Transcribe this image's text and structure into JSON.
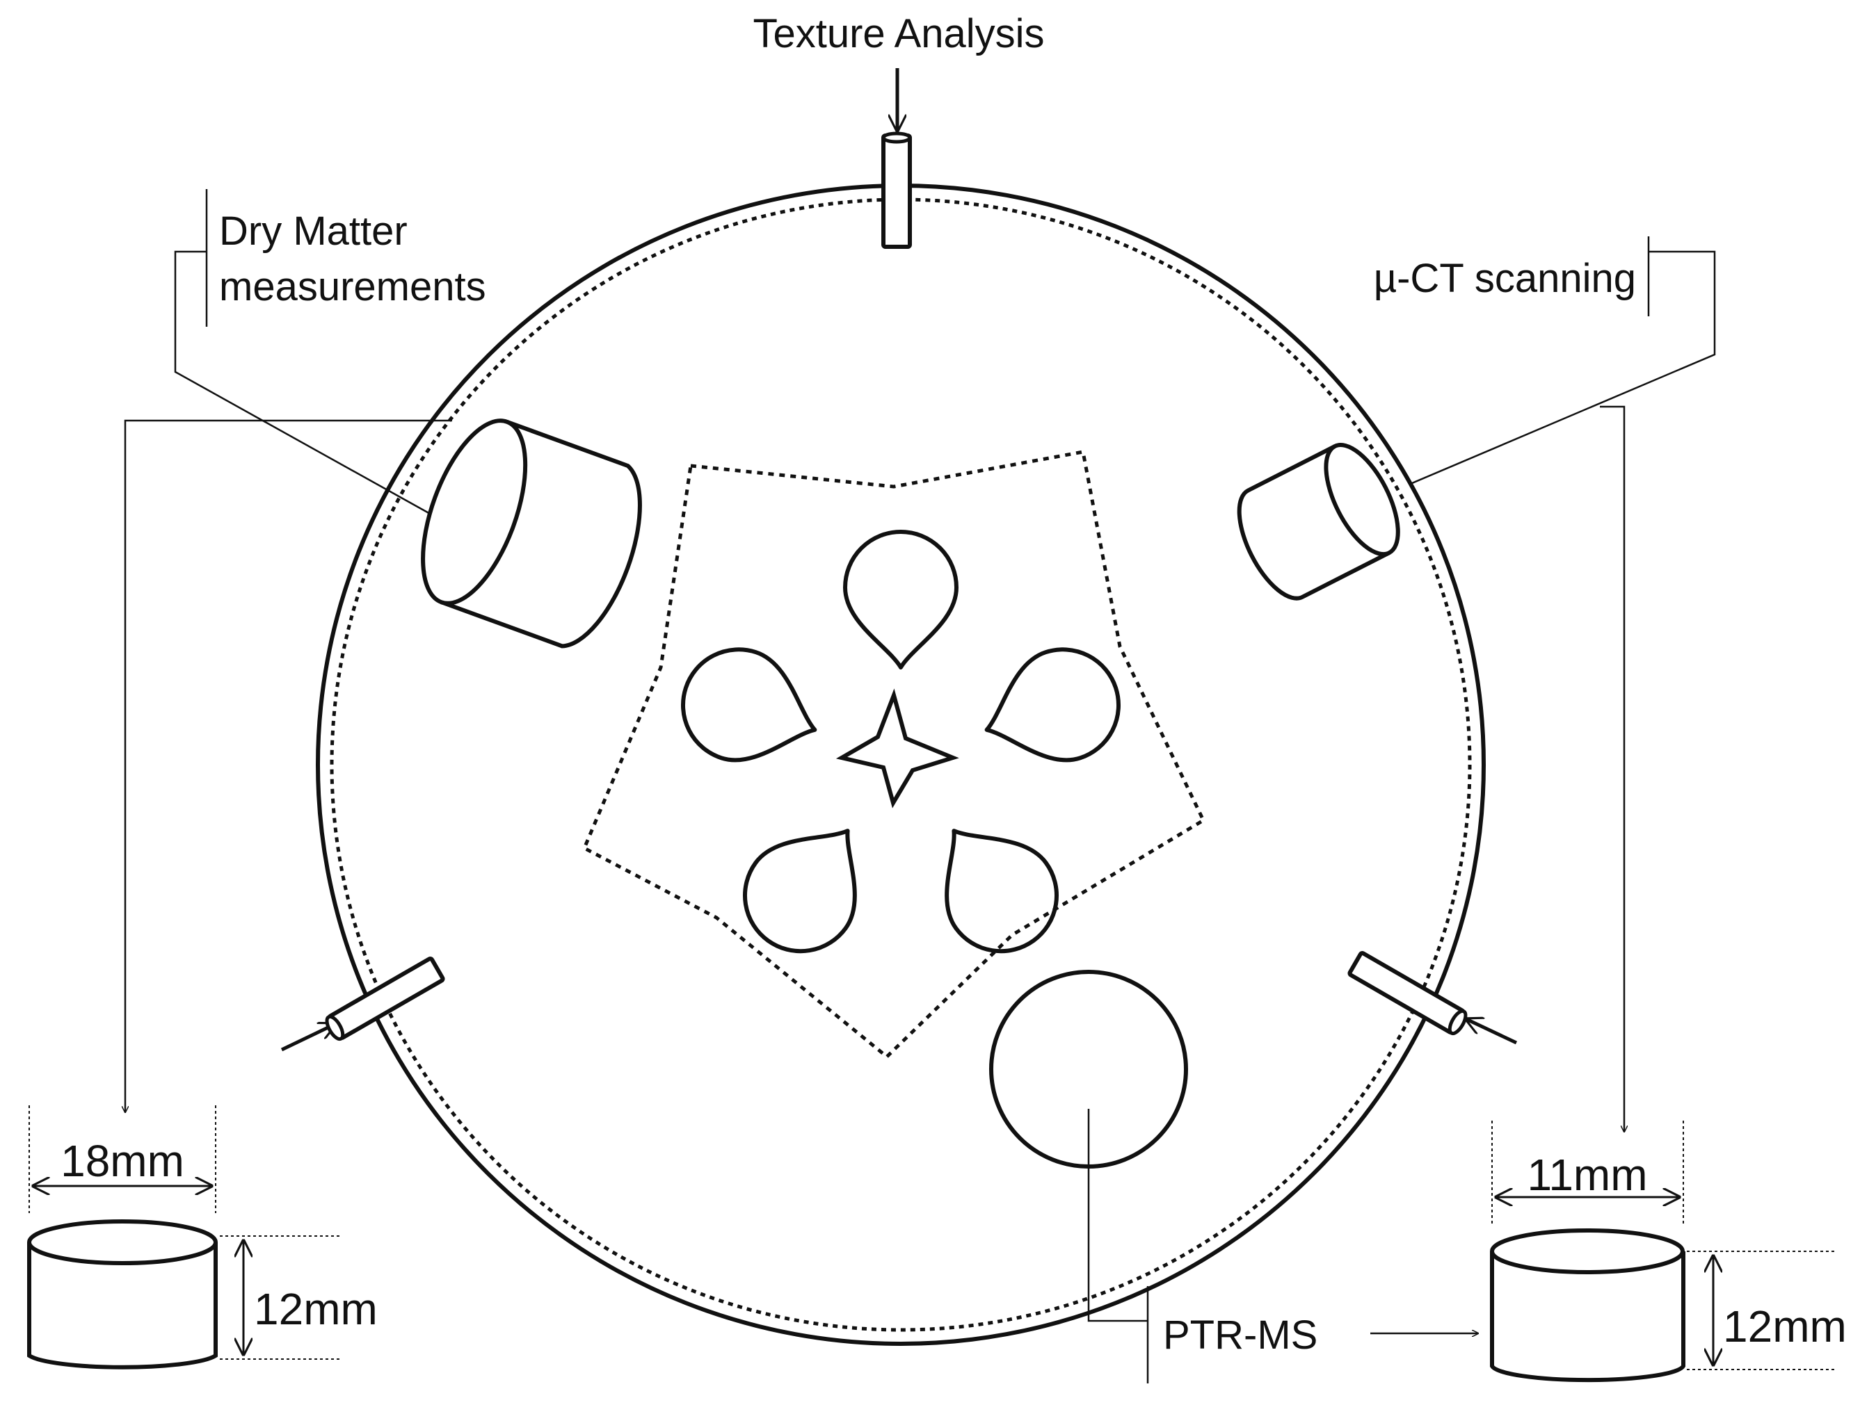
{
  "labels": {
    "texture_analysis": "Texture Analysis",
    "dry_matter_line1": "Dry Matter",
    "dry_matter_line2": "measurements",
    "micro_ct": "µ-CT scanning",
    "ptr_ms": "PTR-MS",
    "left_width": "18mm",
    "left_height": "12mm",
    "right_width": "11mm",
    "right_height": "12mm"
  },
  "colors": {
    "stroke": "#111111",
    "background": "#ffffff"
  }
}
